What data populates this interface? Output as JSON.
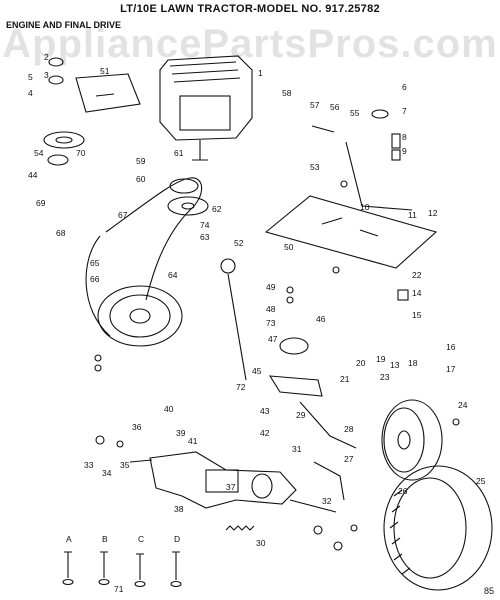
{
  "title": "LT/10E LAWN TRACTOR-MODEL NO. 917.25782",
  "subtitle": "ENGINE AND FINAL DRIVE",
  "watermark": "AppliancePartsPros.com",
  "sheet_code": "85",
  "callouts": [
    "1",
    "2",
    "3",
    "4",
    "5",
    "6",
    "7",
    "8",
    "9",
    "10",
    "11",
    "12",
    "13",
    "14",
    "15",
    "16",
    "17",
    "18",
    "19",
    "20",
    "21",
    "22",
    "23",
    "24",
    "25",
    "26",
    "27",
    "28",
    "29",
    "30",
    "31",
    "32",
    "33",
    "34",
    "35",
    "36",
    "37",
    "38",
    "39",
    "40",
    "41",
    "42",
    "43",
    "44",
    "45",
    "46",
    "47",
    "48",
    "49",
    "50",
    "51",
    "52",
    "53",
    "54",
    "55",
    "56",
    "57",
    "58",
    "59",
    "60",
    "61",
    "62",
    "63",
    "64",
    "65",
    "66",
    "67",
    "68",
    "69",
    "70",
    "71",
    "72",
    "73",
    "74",
    "A",
    "B",
    "C",
    "D"
  ],
  "bolt_keys": [
    "A",
    "B",
    "C",
    "D"
  ]
}
